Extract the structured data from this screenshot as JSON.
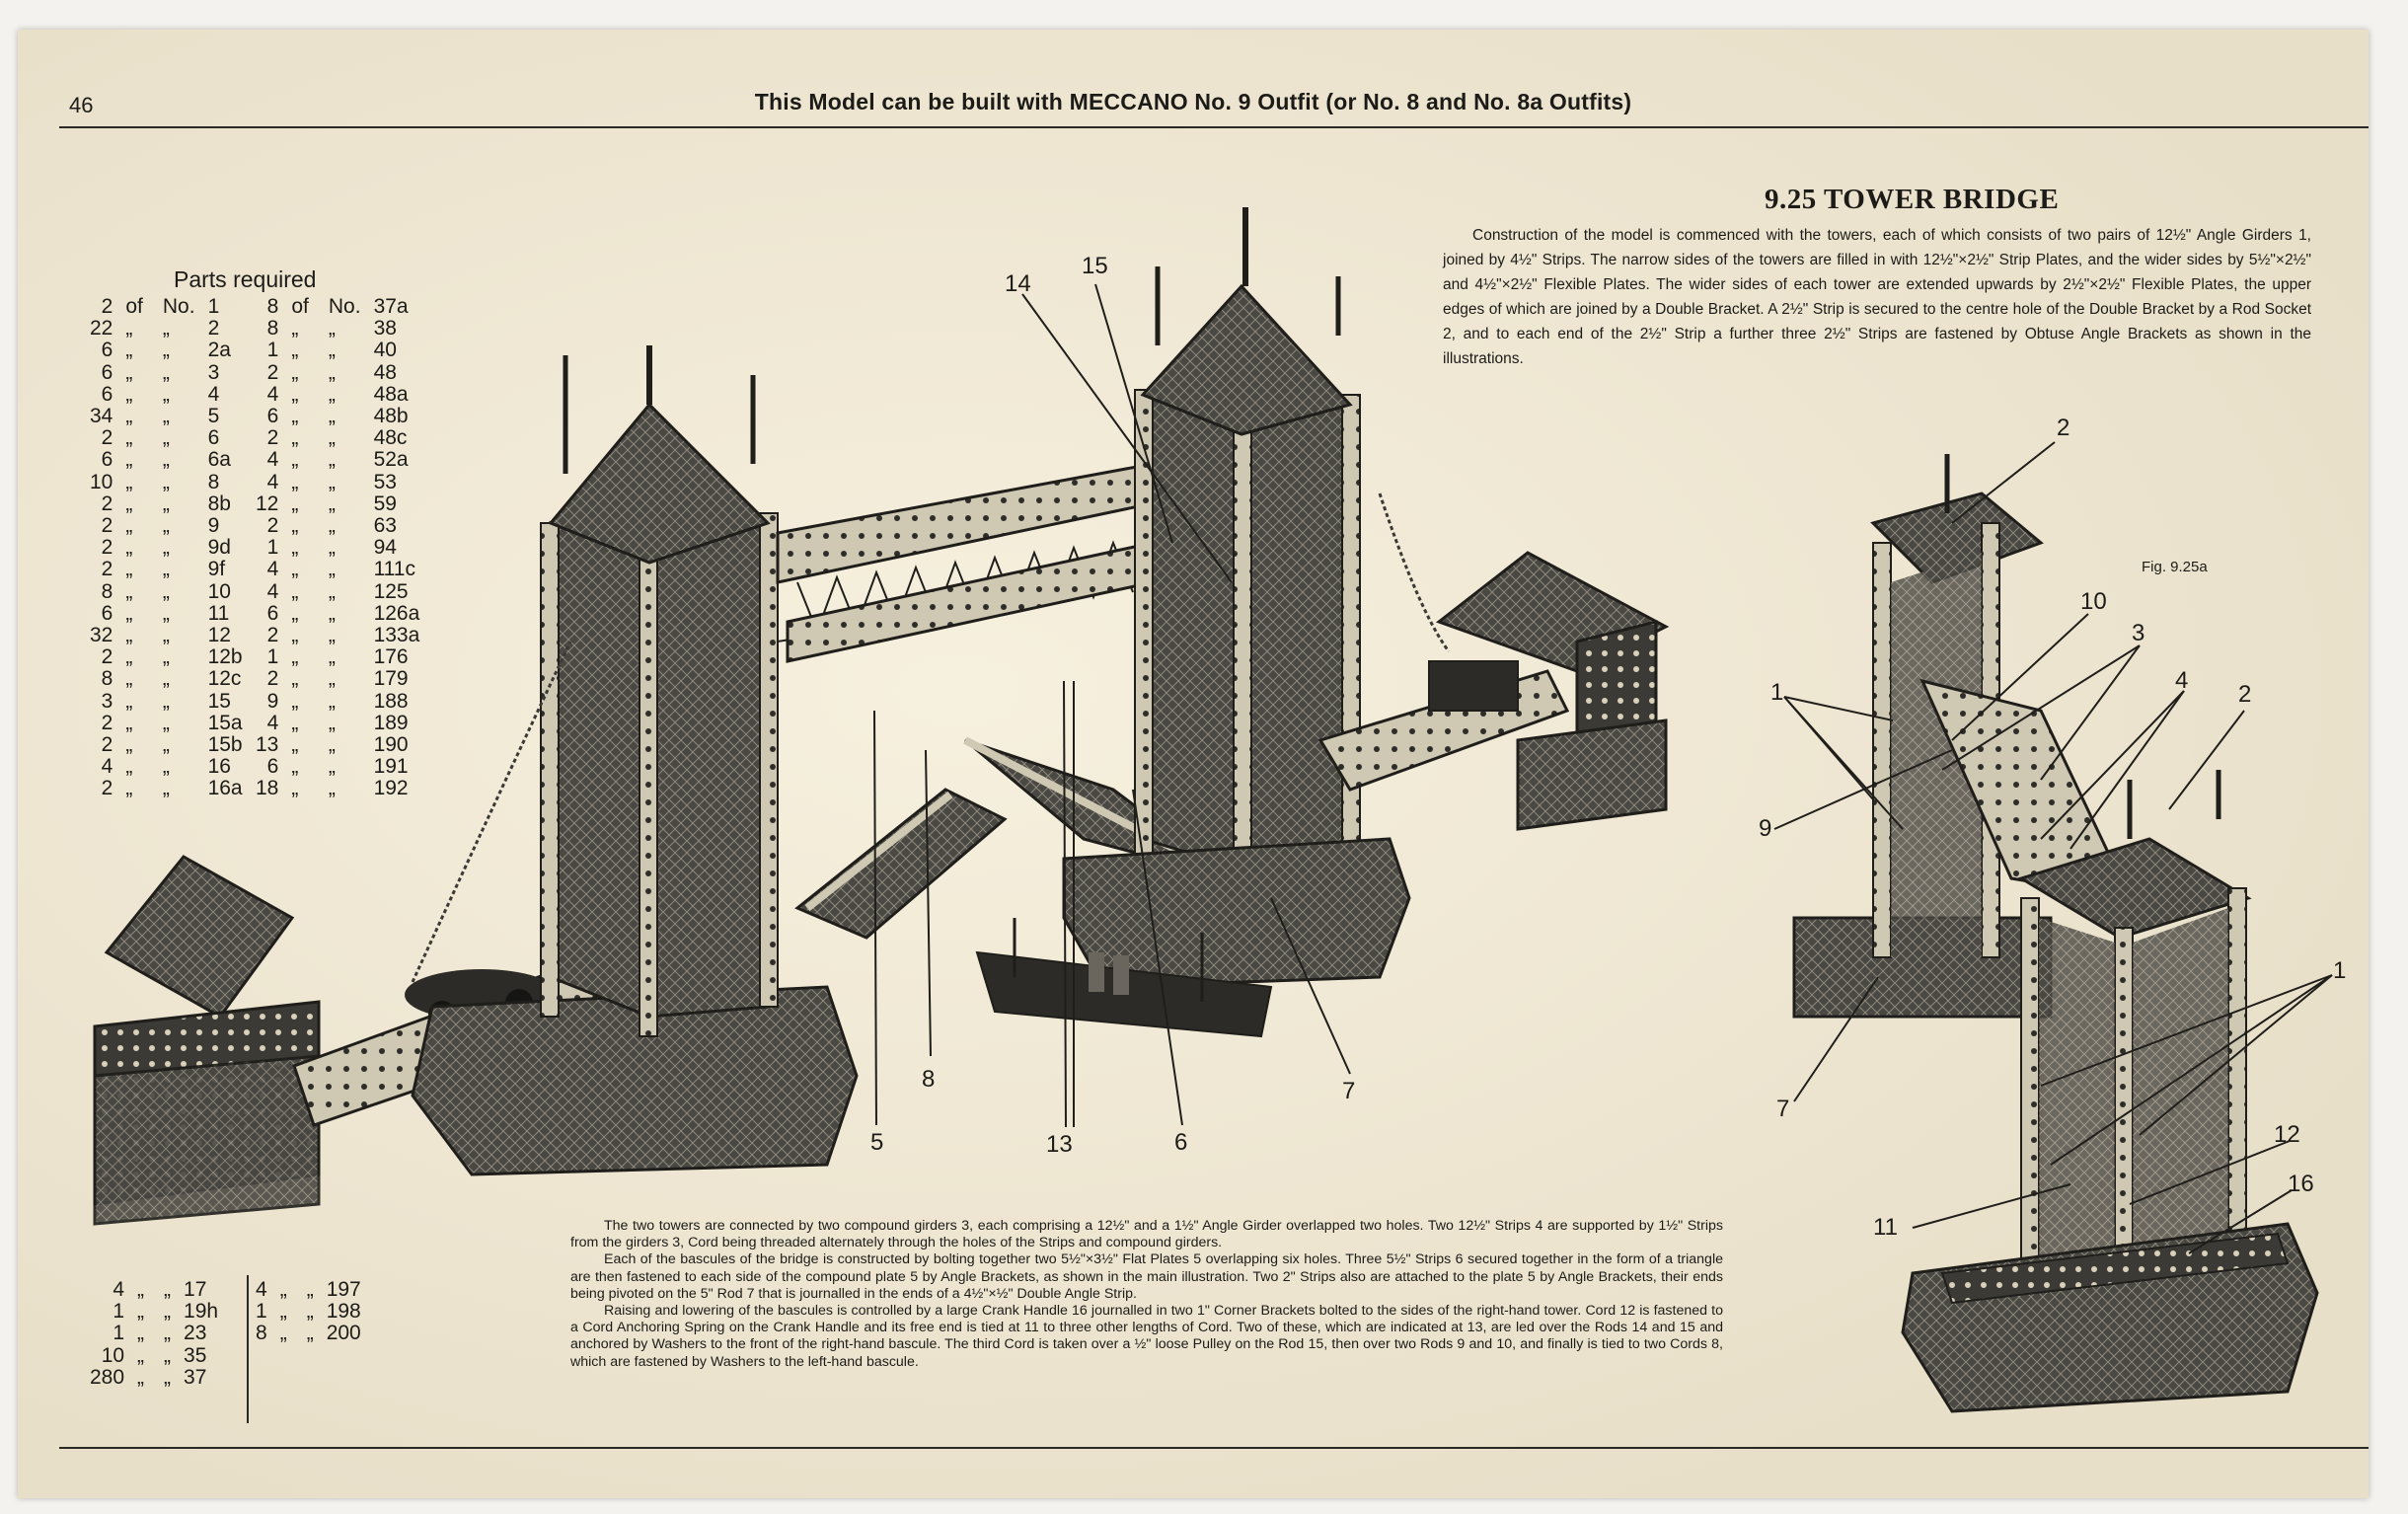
{
  "header": {
    "page_number": "46",
    "title": "This Model can be built with MECCANO No. 9 Outfit (or No. 8 and No. 8a Outfits)"
  },
  "model": {
    "title": "9.25   TOWER BRIDGE",
    "construction_text": "Construction of the model is commenced with the towers, each of which consists of two pairs of 12½\" Angle Girders 1, joined by 4½\" Strips. The narrow sides of the towers are filled in with 12½\"×2½\" Strip Plates, and the wider sides by 5½\"×2½\" and 4½\"×2½\" Flexible Plates. The wider sides of each tower are extended upwards by 2½\"×2½\" Flexible Plates, the upper edges of which are joined by a Double Bracket. A 2½\" Strip is secured to the centre hole of the Double Bracket by a Rod Socket 2, and to each end of the 2½\" Strip a further three 2½\" Strips are fastened by Obtuse Angle Brackets as shown in the illustrations."
  },
  "parts": {
    "title": "Parts required",
    "left_col": [
      {
        "qty": "2",
        "of": "of",
        "no": "No.",
        "part": "1"
      },
      {
        "qty": "22",
        "of": "„",
        "no": "„",
        "part": "2"
      },
      {
        "qty": "6",
        "of": "„",
        "no": "„",
        "part": "2a"
      },
      {
        "qty": "6",
        "of": "„",
        "no": "„",
        "part": "3"
      },
      {
        "qty": "6",
        "of": "„",
        "no": "„",
        "part": "4"
      },
      {
        "qty": "34",
        "of": "„",
        "no": "„",
        "part": "5"
      },
      {
        "qty": "2",
        "of": "„",
        "no": "„",
        "part": "6"
      },
      {
        "qty": "6",
        "of": "„",
        "no": "„",
        "part": "6a"
      },
      {
        "qty": "10",
        "of": "„",
        "no": "„",
        "part": "8"
      },
      {
        "qty": "2",
        "of": "„",
        "no": "„",
        "part": "8b"
      },
      {
        "qty": "2",
        "of": "„",
        "no": "„",
        "part": "9"
      },
      {
        "qty": "2",
        "of": "„",
        "no": "„",
        "part": "9d"
      },
      {
        "qty": "2",
        "of": "„",
        "no": "„",
        "part": "9f"
      },
      {
        "qty": "8",
        "of": "„",
        "no": "„",
        "part": "10"
      },
      {
        "qty": "6",
        "of": "„",
        "no": "„",
        "part": "11"
      },
      {
        "qty": "32",
        "of": "„",
        "no": "„",
        "part": "12"
      },
      {
        "qty": "2",
        "of": "„",
        "no": "„",
        "part": "12b"
      },
      {
        "qty": "8",
        "of": "„",
        "no": "„",
        "part": "12c"
      },
      {
        "qty": "3",
        "of": "„",
        "no": "„",
        "part": "15"
      },
      {
        "qty": "2",
        "of": "„",
        "no": "„",
        "part": "15a"
      },
      {
        "qty": "2",
        "of": "„",
        "no": "„",
        "part": "15b"
      },
      {
        "qty": "4",
        "of": "„",
        "no": "„",
        "part": "16"
      },
      {
        "qty": "2",
        "of": "„",
        "no": "„",
        "part": "16a"
      }
    ],
    "right_col": [
      {
        "qty": "8",
        "of": "of",
        "no": "No.",
        "part": "37a"
      },
      {
        "qty": "8",
        "of": "„",
        "no": "„",
        "part": "38"
      },
      {
        "qty": "1",
        "of": "„",
        "no": "„",
        "part": "40"
      },
      {
        "qty": "2",
        "of": "„",
        "no": "„",
        "part": "48"
      },
      {
        "qty": "4",
        "of": "„",
        "no": "„",
        "part": "48a"
      },
      {
        "qty": "6",
        "of": "„",
        "no": "„",
        "part": "48b"
      },
      {
        "qty": "2",
        "of": "„",
        "no": "„",
        "part": "48c"
      },
      {
        "qty": "4",
        "of": "„",
        "no": "„",
        "part": "52a"
      },
      {
        "qty": "4",
        "of": "„",
        "no": "„",
        "part": "53"
      },
      {
        "qty": "12",
        "of": "„",
        "no": "„",
        "part": "59"
      },
      {
        "qty": "2",
        "of": "„",
        "no": "„",
        "part": "63"
      },
      {
        "qty": "1",
        "of": "„",
        "no": "„",
        "part": "94"
      },
      {
        "qty": "4",
        "of": "„",
        "no": "„",
        "part": "111c"
      },
      {
        "qty": "4",
        "of": "„",
        "no": "„",
        "part": "125"
      },
      {
        "qty": "6",
        "of": "„",
        "no": "„",
        "part": "126a"
      },
      {
        "qty": "2",
        "of": "„",
        "no": "„",
        "part": "133a"
      },
      {
        "qty": "1",
        "of": "„",
        "no": "„",
        "part": "176"
      },
      {
        "qty": "2",
        "of": "„",
        "no": "„",
        "part": "179"
      },
      {
        "qty": "9",
        "of": "„",
        "no": "„",
        "part": "188"
      },
      {
        "qty": "4",
        "of": "„",
        "no": "„",
        "part": "189"
      },
      {
        "qty": "13",
        "of": "„",
        "no": "„",
        "part": "190"
      },
      {
        "qty": "6",
        "of": "„",
        "no": "„",
        "part": "191"
      },
      {
        "qty": "18",
        "of": "„",
        "no": "„",
        "part": "192"
      }
    ],
    "bottom_left": [
      {
        "qty": "4",
        "of": "„",
        "no": "„",
        "part": "17"
      },
      {
        "qty": "1",
        "of": "„",
        "no": "„",
        "part": "19h"
      },
      {
        "qty": "1",
        "of": "„",
        "no": "„",
        "part": "23"
      },
      {
        "qty": "10",
        "of": "„",
        "no": "„",
        "part": "35"
      },
      {
        "qty": "280",
        "of": "„",
        "no": "„",
        "part": "37"
      }
    ],
    "bottom_right": [
      {
        "qty": "4",
        "of": "„",
        "no": "„",
        "part": "197"
      },
      {
        "qty": "1",
        "of": "„",
        "no": "„",
        "part": "198"
      },
      {
        "qty": "8",
        "of": "„",
        "no": "„",
        "part": "200"
      }
    ]
  },
  "description": {
    "paragraphs": [
      "The two towers are connected by two compound girders 3, each comprising a 12½\" and a 1½\" Angle Girder overlapped two holes. Two 12½\" Strips 4 are supported by 1½\" Strips from the girders 3, Cord being threaded alternately through the holes of the Strips and compound girders.",
      "Each of the bascules of the bridge is constructed by bolting together two 5½\"×3½\" Flat Plates 5 overlapping six holes. Three 5½\" Strips 6 secured together in the form of a triangle are then fastened to each side of the compound plate 5 by Angle Brackets, as shown in the main illustration. Two 2\" Strips also are attached to the plate 5 by Angle Brackets, their ends being pivoted on the 5\" Rod 7 that is journalled in the ends of a 4½\"×½\" Double Angle Strip.",
      "Raising and lowering of the bascules is controlled by a large Crank Handle 16 journalled in two 1\" Corner Brackets bolted to the sides of the right-hand tower. Cord 12 is fastened to a Cord Anchoring Spring on the Crank Handle and its free end is tied at 11 to three other lengths of Cord. Two of these, which are indicated at 13, are led over the Rods 14 and 15 and anchored by Washers to the front of the right-hand bascule. The third Cord is taken over a ½\" loose Pulley on the Rod 15, then over two Rods 9 and 10, and finally is tied to two Cords 8, which are fastened by Washers to the left-hand bascule."
    ]
  },
  "figure": {
    "label": "Fig. 9.25a"
  },
  "callouts": {
    "c14": "14",
    "c15": "15",
    "c5": "5",
    "c8": "8",
    "c13": "13",
    "c6": "6",
    "c7": "7",
    "r2a": "2",
    "r10": "10",
    "r3": "3",
    "r4": "4",
    "r2b": "2",
    "r1a": "1",
    "r9": "9",
    "r7": "7",
    "r1b": "1",
    "r12": "12",
    "r16": "16",
    "r11": "11"
  }
}
